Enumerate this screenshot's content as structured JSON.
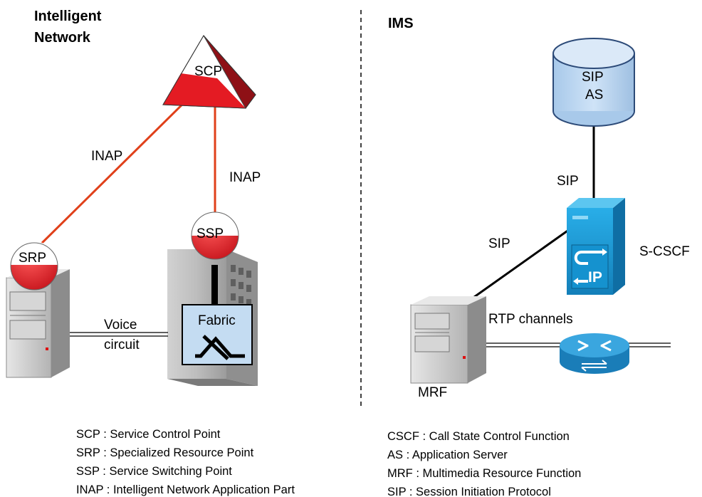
{
  "left_panel": {
    "title_line1": "Intelligent",
    "title_line2": "Network",
    "nodes": {
      "scp": "SCP",
      "srp": "SRP",
      "ssp": "SSP",
      "fabric": "Fabric"
    },
    "links": {
      "inap_left": "INAP",
      "inap_right": "INAP",
      "voice_line1": "Voice",
      "voice_line2": "circuit"
    },
    "legend": [
      "SCP : Service Control Point",
      "SRP : Specialized Resource Point",
      "SSP : Service Switching Point",
      "INAP : Intelligent Network Application Part"
    ]
  },
  "right_panel": {
    "title": "IMS",
    "nodes": {
      "sip_as_line1": "SIP",
      "sip_as_line2": "AS",
      "scscf": "S-CSCF",
      "mrf": "MRF"
    },
    "links": {
      "sip_top": "SIP",
      "sip_left": "SIP",
      "rtp": "RTP channels"
    },
    "legend": [
      "CSCF : Call State Control Function",
      "AS : Application Server",
      "MRF : Multimedia Resource Function",
      "SIP : Session Initiation Protocol"
    ]
  },
  "colors": {
    "red": "#e41b23",
    "dark_red": "#8e1016",
    "inap_line": "#e0401a",
    "cylinder_fill": "#bcd8f2",
    "cylinder_stroke": "#2c4a78",
    "server_blue": "#1a9fdc",
    "router_blue": "#2a93d0",
    "fabric_fill": "#c4dcf2"
  }
}
